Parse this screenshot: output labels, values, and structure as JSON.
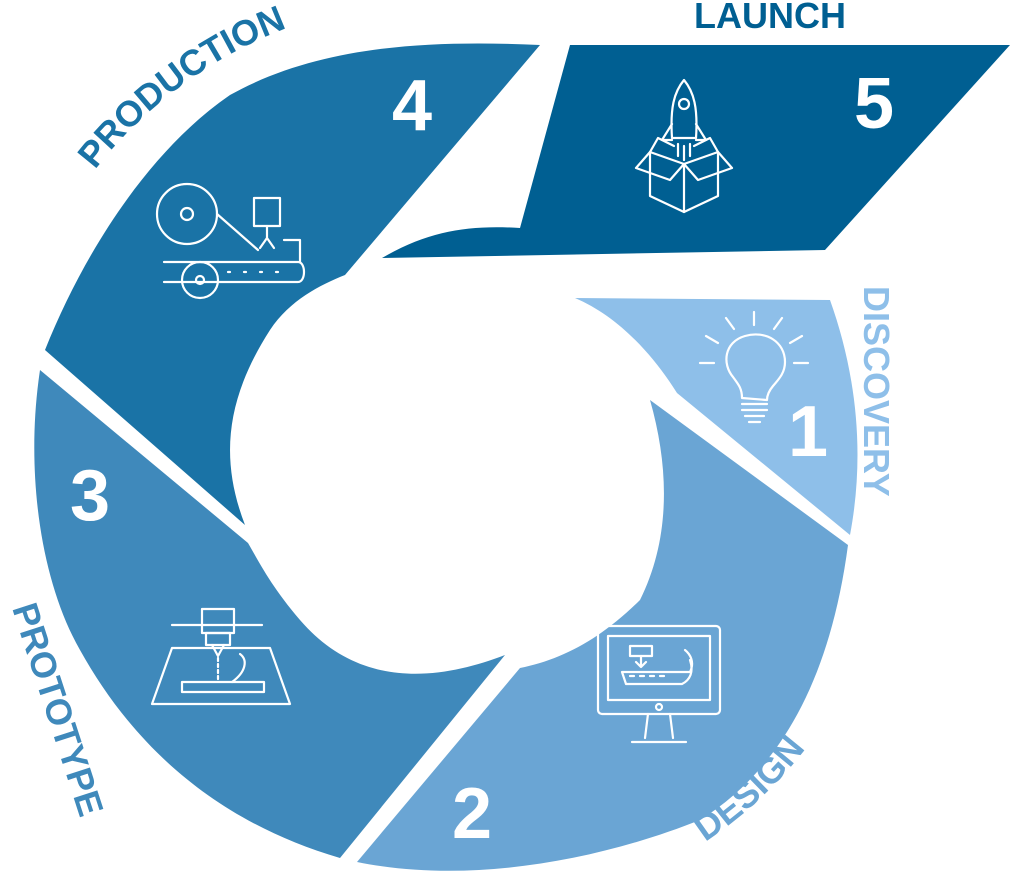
{
  "stages": [
    {
      "id": "discovery",
      "number": "1",
      "label": "DISCOVERY",
      "icon": "lightbulb-icon",
      "color": "#8ebfe9",
      "label_color": "#8ebfe9"
    },
    {
      "id": "design",
      "number": "2",
      "label": "DESIGN",
      "icon": "monitor-cad-icon",
      "color": "#6aa5d4",
      "label_color": "#6aa5d4"
    },
    {
      "id": "prototype",
      "number": "3",
      "label": "PROTOTYPE",
      "icon": "3d-printer-icon",
      "color": "#3f89bb",
      "label_color": "#3f89bb"
    },
    {
      "id": "production",
      "number": "4",
      "label": "PRODUCTION",
      "icon": "conveyor-icon",
      "color": "#1a73a6",
      "label_color": "#1a73a6"
    },
    {
      "id": "launch",
      "number": "5",
      "label": "LAUNCH",
      "icon": "rocket-box-icon",
      "color": "#005f92",
      "label_color": "#005f92"
    }
  ]
}
